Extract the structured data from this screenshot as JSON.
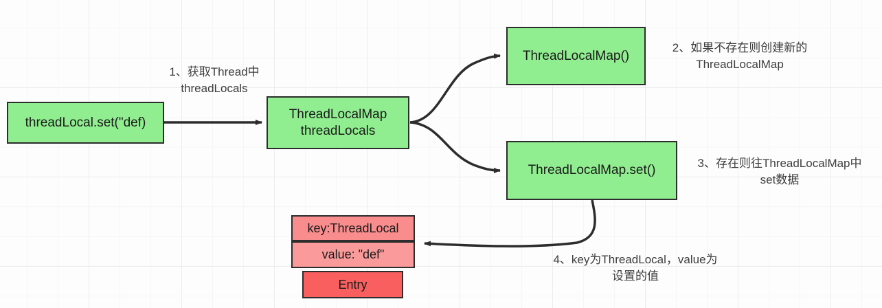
{
  "diagram": {
    "title": "ThreadLocal set flow",
    "colors": {
      "green_fill": "#90ee90",
      "pink_fill": "#f98c8c",
      "pink_fill_alt": "#fa9a9a",
      "red_fill": "#f95f5f",
      "stroke": "#2d2d2d",
      "text": "#1a1a1a",
      "note_text": "#3d3d3d",
      "background": "#fdfdfd",
      "grid_line": "#ededed"
    },
    "nodes": {
      "thread_local_set": "threadLocal.set(\"def)",
      "thread_locals": "ThreadLocalMap\nthreadLocals",
      "thread_local_map_ctor": "ThreadLocalMap()",
      "thread_local_map_set": "ThreadLocalMap.set()",
      "entry_key": "key:ThreadLocal",
      "entry_value": "value: \"def\"",
      "entry_label": "Entry"
    },
    "notes": {
      "step1": "1、获取Thread中\nthreadLocals",
      "step2": "2、如果不存在则创建新的\nThreadLocalMap",
      "step3": "3、存在则往ThreadLocalMap中\nset数据",
      "step4": "4、key为ThreadLocal，value为\n设置的值"
    }
  }
}
